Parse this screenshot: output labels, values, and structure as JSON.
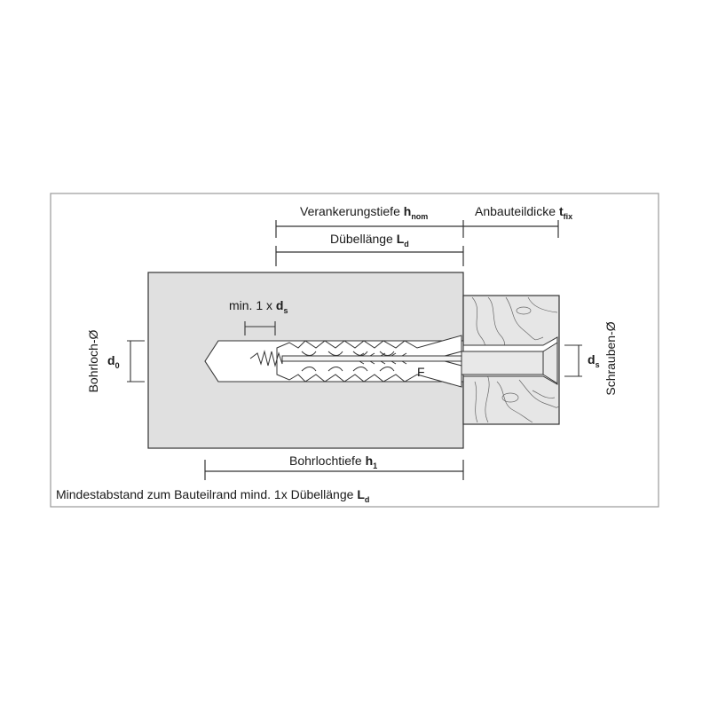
{
  "labels": {
    "verankerungstiefe": {
      "text": "Verankerungstiefe ",
      "sym": "h",
      "sub": "nom"
    },
    "anbauteildicke": {
      "text": "Anbauteildicke ",
      "sym": "t",
      "sub": "fix"
    },
    "duebellaenge": {
      "text": "Dübellänge ",
      "sym": "L",
      "sub": "d"
    },
    "min_ds": {
      "text": "min. 1 x ",
      "sym": "d",
      "sub": "s"
    },
    "bohrloch_d": {
      "text": "Bohrloch-Ø"
    },
    "d0": {
      "sym": "d",
      "sub": "0"
    },
    "ds": {
      "sym": "d",
      "sub": "s"
    },
    "schrauben_d": {
      "text": "Schrauben-Ø"
    },
    "bohrlochtiefe": {
      "text": "Bohrlochtiefe ",
      "sym": "h",
      "sub": "1"
    },
    "footnote": {
      "text": "Mindestabstand zum Bauteilrand mind. 1x Dübellänge ",
      "sym": "L",
      "sub": "d"
    },
    "screw_mark": {
      "text": "F"
    }
  },
  "colors": {
    "concrete": "#e0e0e0",
    "wood": "#e6e6e6",
    "stroke": "#333333",
    "frame": "#9a9a9a"
  }
}
